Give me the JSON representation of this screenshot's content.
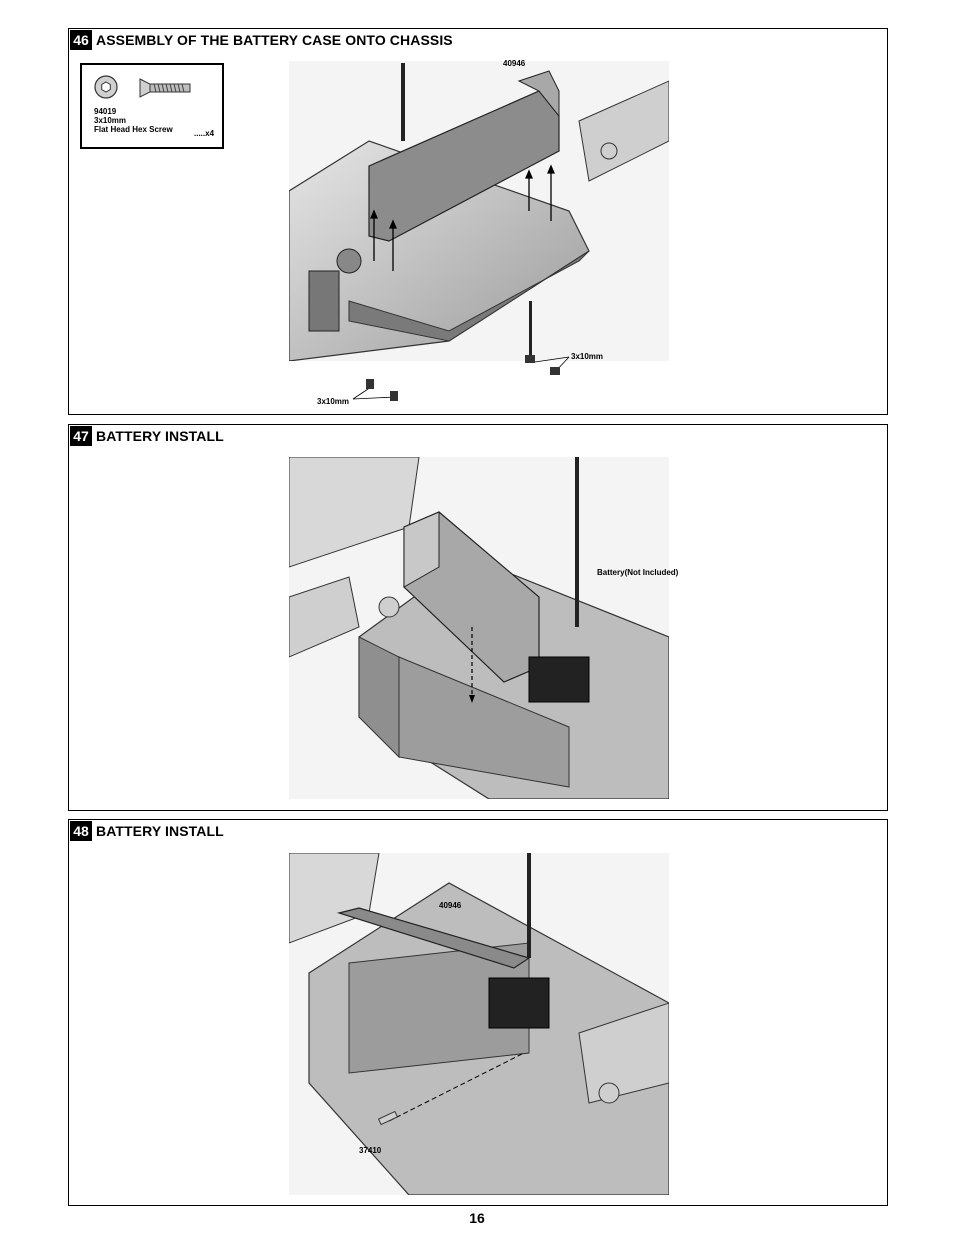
{
  "steps": [
    {
      "number": "46",
      "title": "ASSEMBLY OF THE BATTERY CASE ONTO CHASSIS",
      "parts": {
        "part_no": "94019",
        "size": "3x10mm",
        "name": "Flat Head Hex Screw",
        "qty": ".....x4"
      },
      "callouts": {
        "case_part": "40946",
        "screw_right": "3x10mm",
        "screw_left": "3x10mm"
      }
    },
    {
      "number": "47",
      "title": "BATTERY INSTALL",
      "callouts": {
        "battery": "Battery(Not Included)"
      }
    },
    {
      "number": "48",
      "title": "BATTERY INSTALL",
      "callouts": {
        "strap_part": "40946",
        "pin_part": "37410"
      }
    }
  ],
  "page_number": "16"
}
